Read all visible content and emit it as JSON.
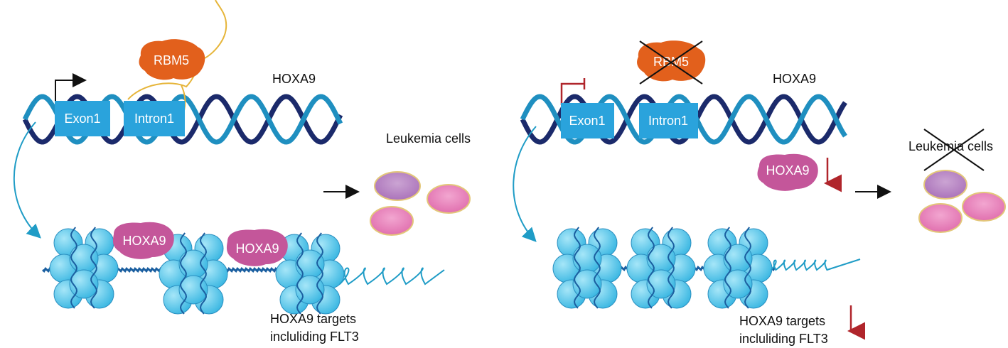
{
  "left": {
    "rbm5_label": "RBM5",
    "gene_label": "HOXA9",
    "exon_label": "Exon1",
    "intron_label": "Intron1",
    "bound_protein_1": "HOXA9",
    "bound_protein_2": "HOXA9",
    "outcome_label": "Leukemia cells",
    "targets_line1": "HOXA9 targets",
    "targets_line2": "incluliding FLT3"
  },
  "right": {
    "rbm5_label": "RBM5",
    "gene_label": "HOXA9",
    "exon_label": "Exon1",
    "intron_label": "Intron1",
    "hoxa9_protein": "HOXA9",
    "outcome_label": "Leukemia cells",
    "targets_line1": "HOXA9 targets",
    "targets_line2": "incluliding FLT3"
  },
  "colors": {
    "dna_dark": "#1b2a6b",
    "dna_light": "#1f8fc0",
    "exon_box": "#2aa3dc",
    "rbm5": "#e2601c",
    "hoxa9": "#c4569a",
    "nucleosome": "#4cc3e8",
    "cell_purple": "#b784c0",
    "cell_pink": "#e27ab5",
    "arrow_red": "#b0252b",
    "rna_yellow": "#e6b53a"
  }
}
